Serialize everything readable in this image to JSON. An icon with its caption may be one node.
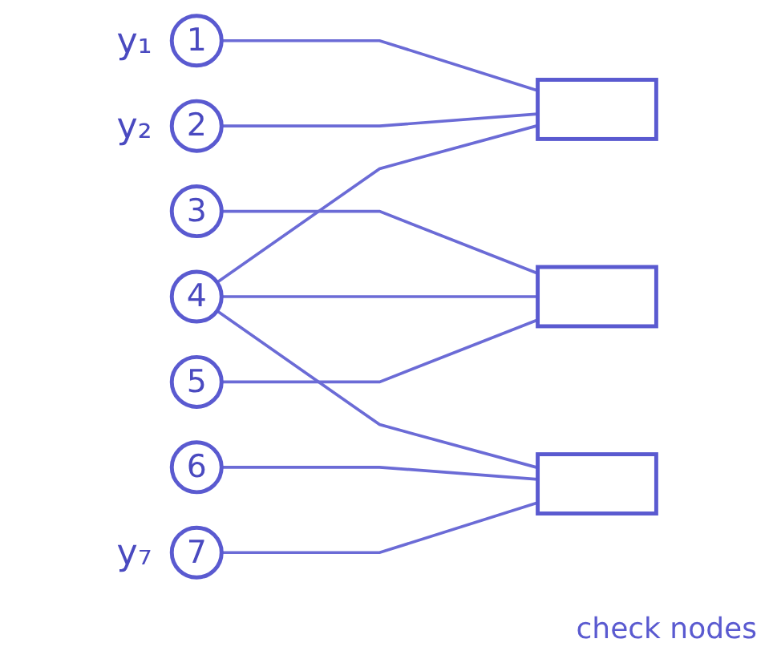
{
  "diagram": {
    "nodes": [
      {
        "text": [
          "1"
        ],
        "beside": [
          "y₁"
        ]
      },
      {
        "text": [
          "2"
        ],
        "beside": [
          "y₂"
        ]
      },
      {
        "text": [
          "3"
        ]
      },
      {
        "text": [
          "4"
        ]
      },
      {
        "text": [
          "5"
        ]
      },
      {
        "text": [
          "6"
        ]
      },
      {
        "text": [
          "7"
        ],
        "beside": [
          "y₇"
        ]
      },
      {
        "text": [],
        "shape": "box"
      },
      {
        "text": [],
        "shape": "box"
      },
      {
        "text": [],
        "shape": "box"
      }
    ],
    "edges": [
      {
        "from": 0,
        "to": 7,
        "arrow": "none"
      },
      {
        "from": 1,
        "to": 7,
        "arrow": "none"
      },
      {
        "from": 2,
        "to": 8,
        "arrow": "none"
      },
      {
        "from": 3,
        "to": 7,
        "arrow": "none"
      },
      {
        "from": 3,
        "to": 8,
        "arrow": "none"
      },
      {
        "from": 3,
        "to": 9,
        "arrow": "none"
      },
      {
        "from": 4,
        "to": 8,
        "arrow": "none"
      },
      {
        "from": 5,
        "to": 9,
        "arrow": "none"
      },
      {
        "from": 6,
        "to": 9,
        "arrow": "none"
      }
    ],
    "labels": [
      "check nodes"
    ]
  }
}
